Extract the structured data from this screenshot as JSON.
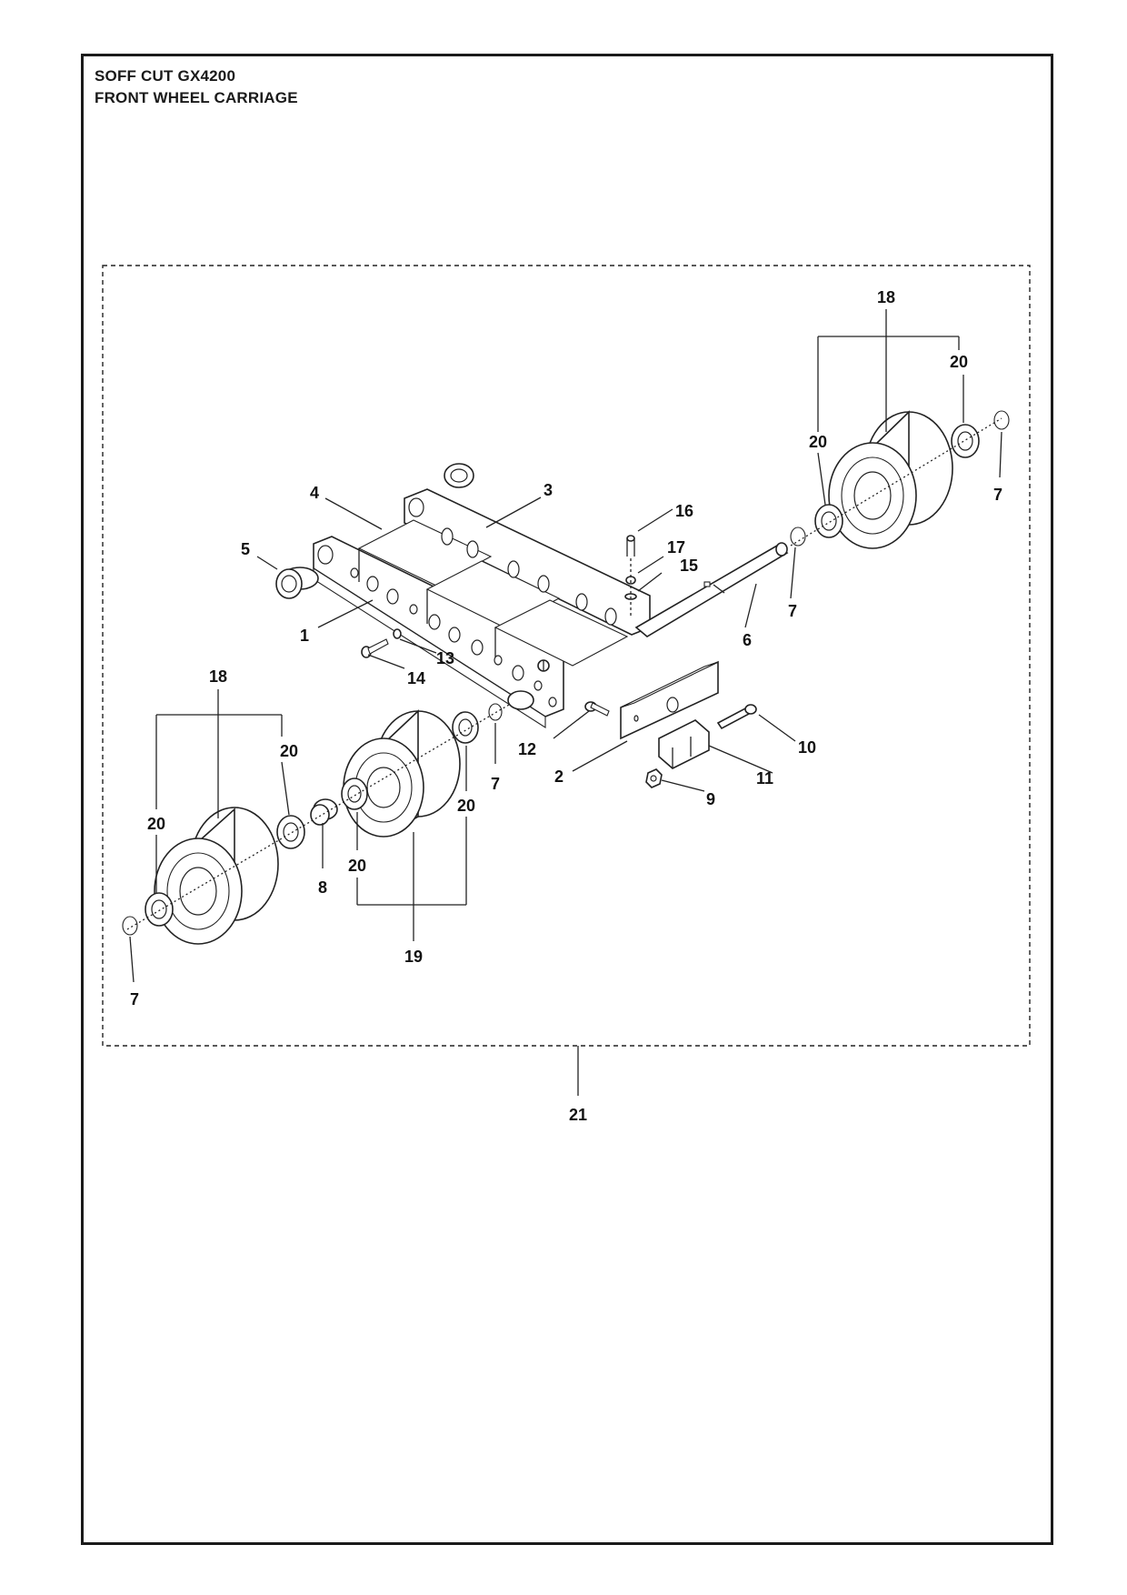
{
  "header": {
    "line1": "SOFF CUT GX4200",
    "line2": "FRONT WHEEL CARRIAGE"
  },
  "colors": {
    "stroke": "#222222",
    "background": "#ffffff",
    "text": "#111111"
  },
  "callouts": {
    "c1": "1",
    "c2": "2",
    "c3": "3",
    "c4": "4",
    "c5": "5",
    "c6": "6",
    "c7a": "7",
    "c7b": "7",
    "c7c": "7",
    "c7d": "7",
    "c8": "8",
    "c9": "9",
    "c10": "10",
    "c11": "11",
    "c12": "12",
    "c13": "13",
    "c14": "14",
    "c15": "15",
    "c16": "16",
    "c17": "17",
    "c18a": "18",
    "c18b": "18",
    "c19": "19",
    "c20a": "20",
    "c20b": "20",
    "c20c": "20",
    "c20d": "20",
    "c20e": "20",
    "c20f": "20",
    "c21": "21"
  }
}
